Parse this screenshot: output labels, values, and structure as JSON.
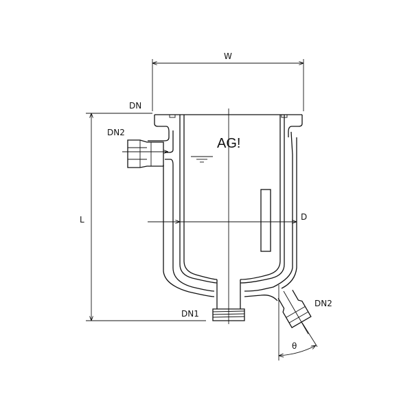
{
  "labels": {
    "width": "W",
    "flange": "DN",
    "side_nozzle": "DN2",
    "length": "L",
    "diameter": "D",
    "bottom_outlet": "DN1",
    "angled_nozzle": "DN2",
    "angle": "θ"
  },
  "logo": {
    "text": "AG!"
  }
}
